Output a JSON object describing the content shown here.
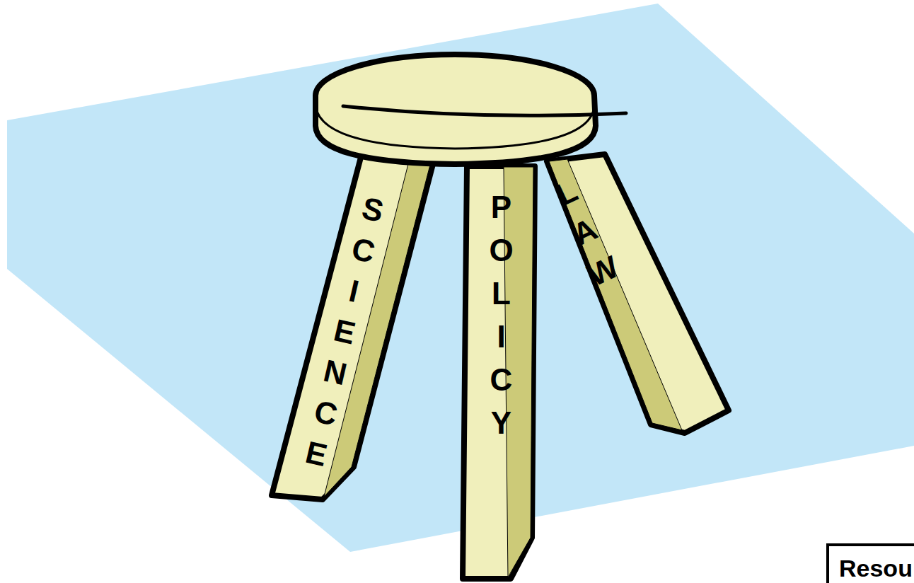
{
  "diagram": {
    "nodes": [
      {
        "text": [
          "Resou"
        ]
      }
    ],
    "labels": [
      "SCIENCE",
      "POLICY",
      "LAW"
    ]
  }
}
